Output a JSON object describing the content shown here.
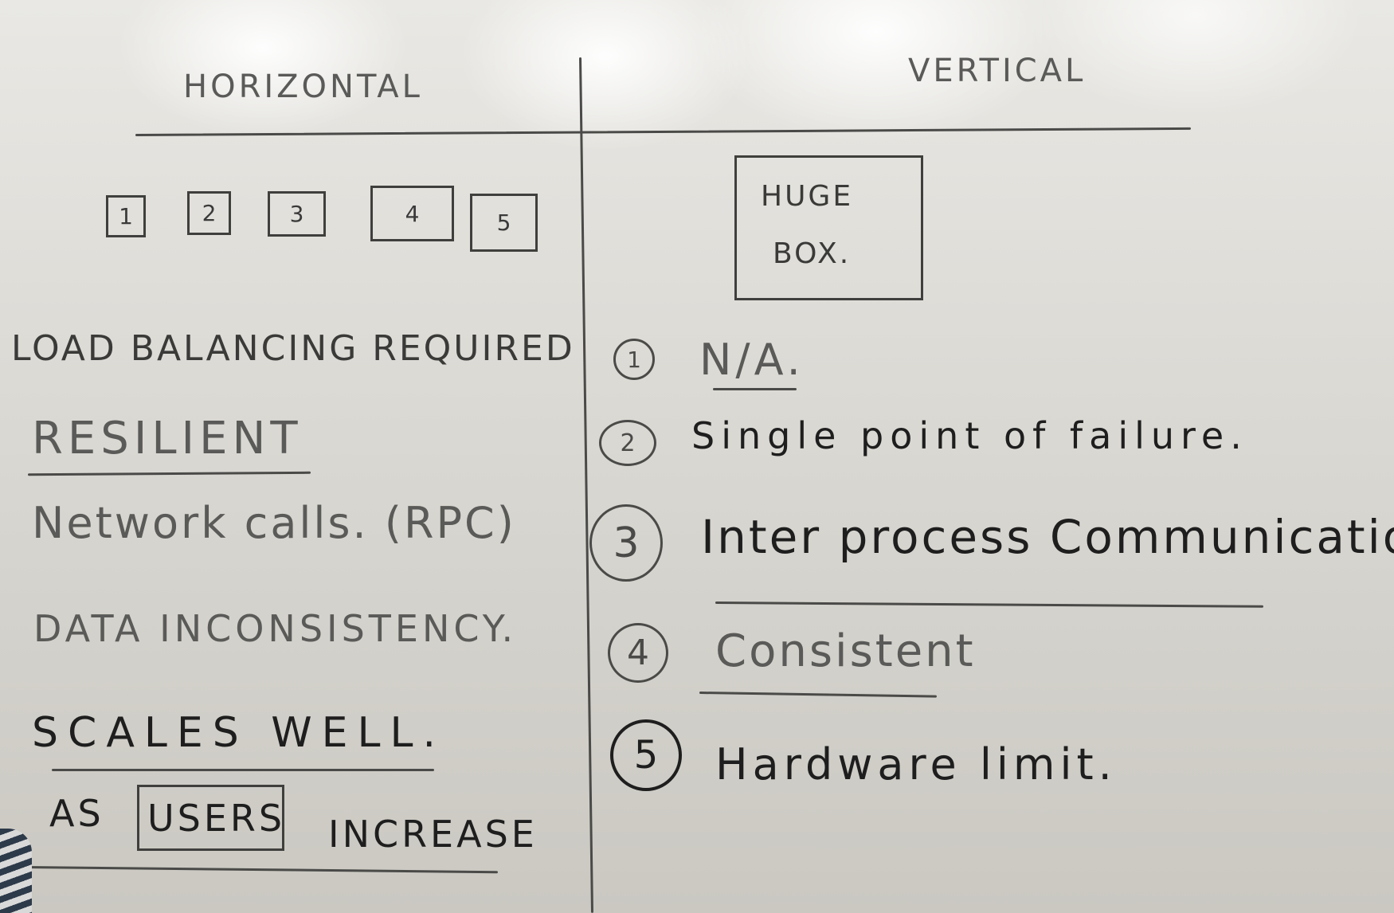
{
  "headers": {
    "left": "HORIZONTAL",
    "right": "VERTICAL"
  },
  "left": {
    "machines": [
      "1",
      "2",
      "3",
      "4",
      "5"
    ],
    "points": [
      "LOAD BALANCING REQUIRED",
      "RESILIENT",
      "Network calls. (RPC)",
      "DATA INCONSISTENCY.",
      "SCALES WELL."
    ],
    "scales_note": {
      "prefix": "AS",
      "boxed": "USERS",
      "suffix": "INCREASE"
    }
  },
  "right": {
    "box_line1": "HUGE",
    "box_line2": "BOX.",
    "points": [
      {
        "num": "1",
        "text": "N/A."
      },
      {
        "num": "2",
        "text": "Single point of failure."
      },
      {
        "num": "3",
        "text": "Inter process Communication."
      },
      {
        "num": "4",
        "text": "Consistent"
      },
      {
        "num": "5",
        "text": "Hardware limit."
      }
    ]
  }
}
